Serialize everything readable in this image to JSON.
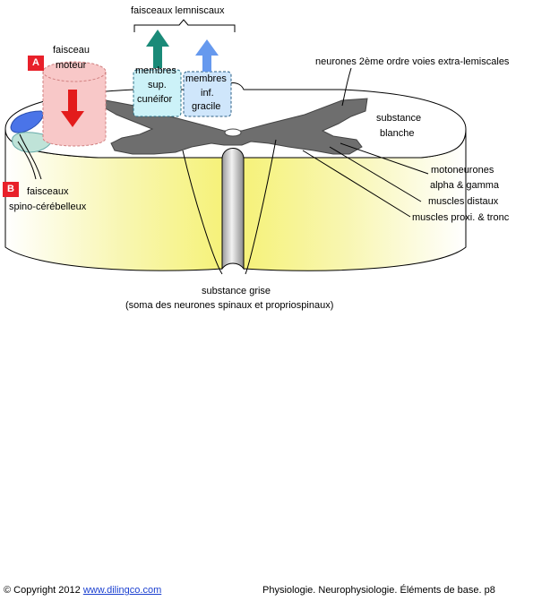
{
  "labels": {
    "lemniscal_tracts": "faisceaux lemniscaux",
    "motor_tract": "faisceau",
    "motor_tract_2": "moteur",
    "upper_limbs": "membres",
    "upper_limbs_2": "sup.",
    "cuneate": "cunéifor",
    "lower_limbs": "membres",
    "lower_limbs_2": "inf.",
    "gracile": "gracile",
    "second_order_neurons": "neurones 2ème ordre voies extra-lemiscales",
    "white_matter": "substance",
    "white_matter_2": "blanche",
    "motoneurons": "motoneurones",
    "alpha_gamma": "alpha & gamma",
    "distal_muscles": "muscles distaux",
    "proximal_muscles": "muscles proxi. & tronc",
    "spinocerebellar": "faisceaux",
    "spinocerebellar_2": "spino-cérébelleux",
    "grey_matter": "substance grise",
    "grey_matter_2": "(soma des neurones spinaux et propriospinaux)"
  },
  "badges": {
    "a": "A",
    "b": "B"
  },
  "footer": {
    "copyright": "© Copyright 2012",
    "site": "www.dilingco.com",
    "title": "Physiologie. Neurophysiologie. Éléments de base. p8"
  },
  "colors": {
    "motor_cylinder": "#f8c8c8",
    "motor_arrow": "#e31b1b",
    "teal_arrow": "#1a8a78",
    "blue_arrow": "#6699ee",
    "cuneate_box": "#ccf2f8",
    "gracile_box": "#cfe6fb",
    "grey_matter": "#6e6e6e",
    "yellow_side": "#f6f27a",
    "badge": "#e8202a"
  }
}
